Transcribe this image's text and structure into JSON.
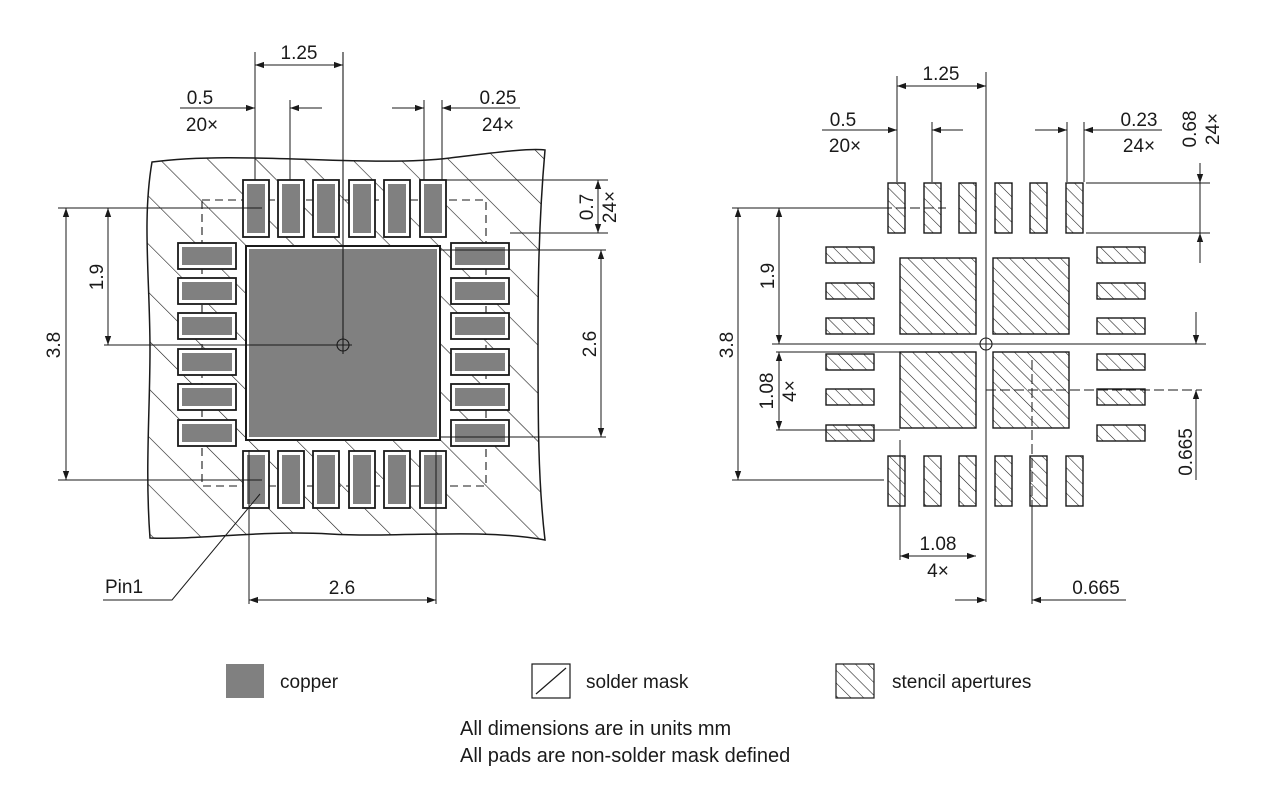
{
  "colors": {
    "copper": "#808080",
    "copper_inner": "#9a9a9a",
    "line": "#1a1a1a",
    "background": "#ffffff"
  },
  "left_view": {
    "dims": {
      "top_pitch": "1.25",
      "pad_width": "0.5",
      "pad_width_count": "20×",
      "pad_gap": "0.25",
      "pad_gap_count": "24×",
      "pad_length": "0.7",
      "pad_length_count": "24×",
      "row_pitch": "1.9",
      "body_height": "3.8",
      "center_pad_height": "2.6",
      "center_pad_width": "2.6"
    },
    "pin1_label": "Pin1"
  },
  "right_view": {
    "dims": {
      "top_pitch": "1.25",
      "aperture_width": "0.5",
      "aperture_width_count": "20×",
      "aperture_gap": "0.23",
      "aperture_gap_count": "24×",
      "aperture_length": "0.68",
      "aperture_length_count": "24×",
      "row_pitch": "1.9",
      "body_height": "3.8",
      "center_aperture": "1.08",
      "center_aperture_count": "4×",
      "center_aperture_bottom": "1.08",
      "center_aperture_bottom_count": "4×",
      "offset_right": "0.665",
      "offset_bottom": "0.665"
    }
  },
  "legend": [
    {
      "icon": "copper-swatch",
      "label": "copper"
    },
    {
      "icon": "solder-mask-swatch",
      "label": "solder mask"
    },
    {
      "icon": "stencil-swatch",
      "label": "stencil apertures"
    }
  ],
  "notes": {
    "units": "All dimensions are in units mm",
    "nsmd": "All pads are non-solder mask defined"
  }
}
